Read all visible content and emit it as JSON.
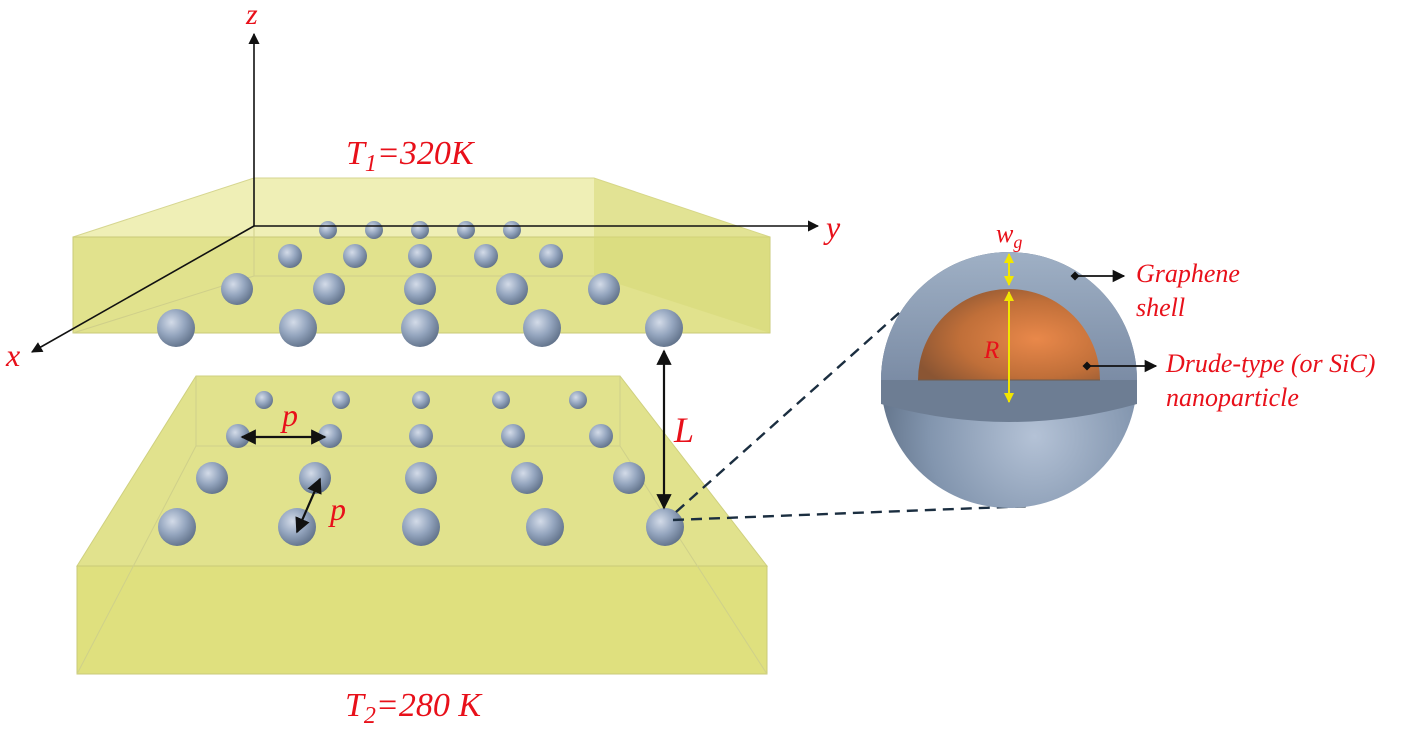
{
  "axes": {
    "z": "z",
    "y": "y",
    "x": "x"
  },
  "temperatures": {
    "top": {
      "symbol": "T",
      "sub": "1",
      "value": "=320K"
    },
    "bottom": {
      "symbol": "T",
      "sub": "2",
      "value": "=280 K"
    }
  },
  "labels": {
    "gap": "L",
    "period_horizontal": "p",
    "period_diagonal": "p",
    "radius": "R"
  },
  "shell_width": {
    "symbol": "w",
    "sub": "g"
  },
  "callouts": {
    "shell_line1": "Graphene",
    "shell_line2": "shell",
    "core_line1": "Drude-type (or SiC)",
    "core_line2": "nanoparticle"
  },
  "colors": {
    "label": "#e8101a",
    "slab_fill": "#dfe07e",
    "particle": "#8e9fb8",
    "shell": "#8da0b8",
    "core": "#d27a3e",
    "marker": "#f2e600"
  }
}
